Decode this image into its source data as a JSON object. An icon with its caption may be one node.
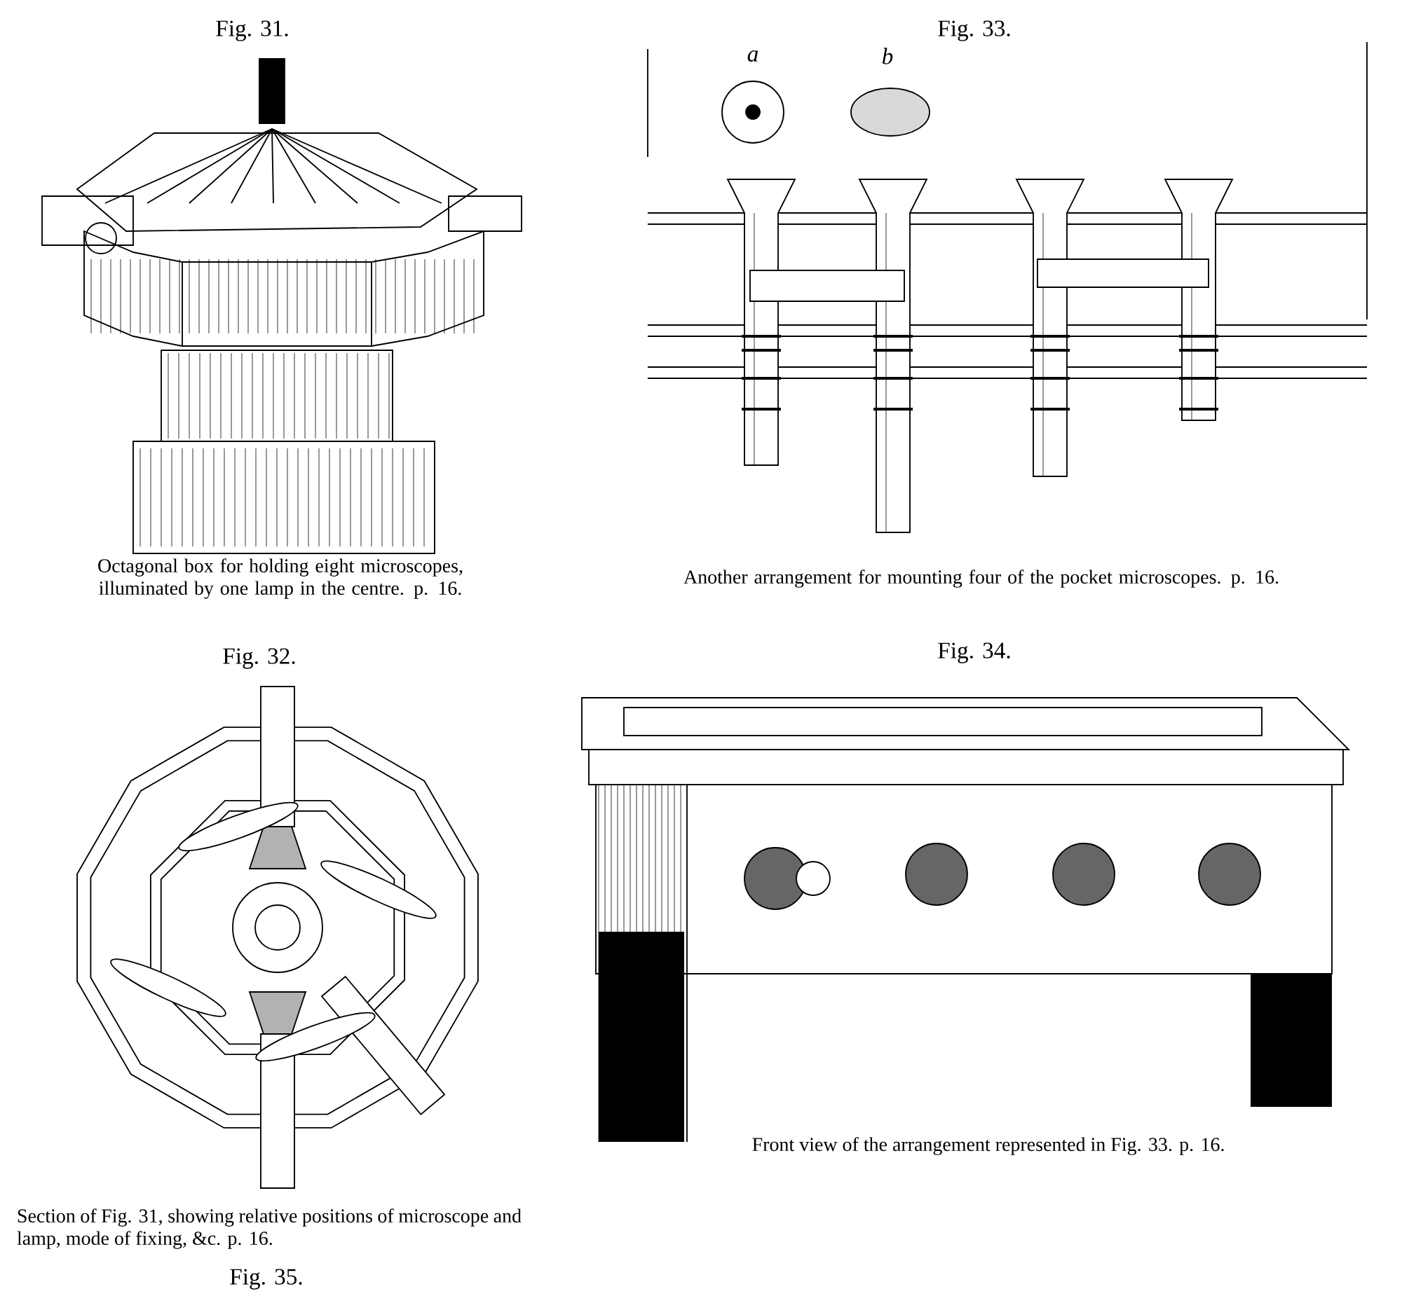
{
  "diagram": {
    "labels": [
      "Fig. 31.",
      "Fig. 33.",
      "a",
      "b",
      "Octagonal box for holding eight microscopes, illuminated by one lamp in the centre. p. 16.",
      "Another arrangement for mounting four of the pocket microscopes. p. 16.",
      "Fig. 32.",
      "Fig. 34.",
      "Front view of the arrangement represented in Fig. 33. p. 16.",
      "Section of Fig. 31, showing relative positions of microscope and lamp, mode of fixing, &c. p. 16.",
      "Fig. 35."
    ]
  }
}
